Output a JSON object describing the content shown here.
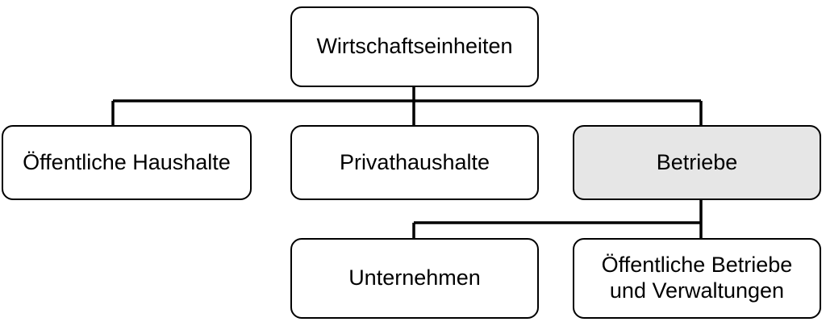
{
  "diagram": {
    "title": "Wirtschaftseinheiten",
    "type": "hierarchy-tree",
    "colors": {
      "background": "#ffffff",
      "node_fill": "#ffffff",
      "node_highlight_fill": "#e6e6e6",
      "stroke": "#000000",
      "text": "#000000"
    },
    "nodes": {
      "root": {
        "label": "Wirtschaftseinheiten",
        "level": 1,
        "highlighted": false
      },
      "public_households": {
        "label": "Öffentliche Haushalte",
        "level": 2,
        "highlighted": false
      },
      "private_households": {
        "label": "Privathaushalte",
        "level": 2,
        "highlighted": false
      },
      "enterprises_group": {
        "label": "Betriebe",
        "level": 2,
        "highlighted": true
      },
      "companies": {
        "label": "Unternehmen",
        "level": 3,
        "highlighted": false
      },
      "public_enterprises": {
        "label": "Öffentliche Betriebe\nund Verwaltungen",
        "level": 3,
        "highlighted": false
      }
    },
    "edges": [
      {
        "from": "root",
        "to": "public_households"
      },
      {
        "from": "root",
        "to": "private_households"
      },
      {
        "from": "root",
        "to": "enterprises_group"
      },
      {
        "from": "enterprises_group",
        "to": "companies"
      },
      {
        "from": "enterprises_group",
        "to": "public_enterprises"
      }
    ]
  }
}
